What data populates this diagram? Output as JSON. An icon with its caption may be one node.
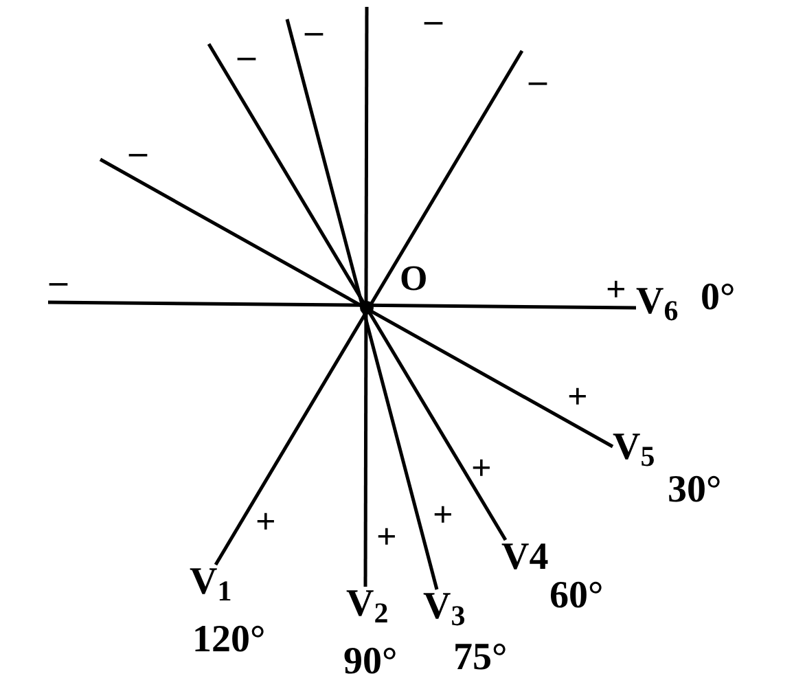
{
  "diagram": {
    "nodes": [
      {
        "text": [
          "V$_{1}$"
        ],
        "beside": [
          "120°"
        ]
      },
      {
        "text": [
          "V$_{2}$"
        ],
        "beside": [
          "90°"
        ]
      },
      {
        "text": [
          "V$_{3}$"
        ],
        "beside": [
          "75°"
        ]
      },
      {
        "text": [
          "V4"
        ],
        "beside": [
          "60°"
        ]
      },
      {
        "text": [
          "V$_{5}$"
        ],
        "beside": [
          "30°"
        ]
      },
      {
        "text": [
          "V$_{6}$"
        ],
        "beside": [
          "0°"
        ]
      }
    ],
    "edges": [
      {
        "from": null,
        "to": 0,
        "arrow": "none"
      },
      {
        "from": null,
        "to": 1,
        "arrow": "none"
      },
      {
        "from": null,
        "to": 2,
        "arrow": "none"
      },
      {
        "from": null,
        "to": 3,
        "arrow": "none"
      },
      {
        "from": null,
        "to": 4,
        "arrow": "none"
      },
      {
        "from": null,
        "to": 5,
        "arrow": "none"
      }
    ],
    "labels": [
      "–",
      "–",
      "–",
      "–",
      "–",
      "–",
      "O",
      "+",
      "+",
      "+",
      "+",
      "+",
      "+"
    ]
  }
}
